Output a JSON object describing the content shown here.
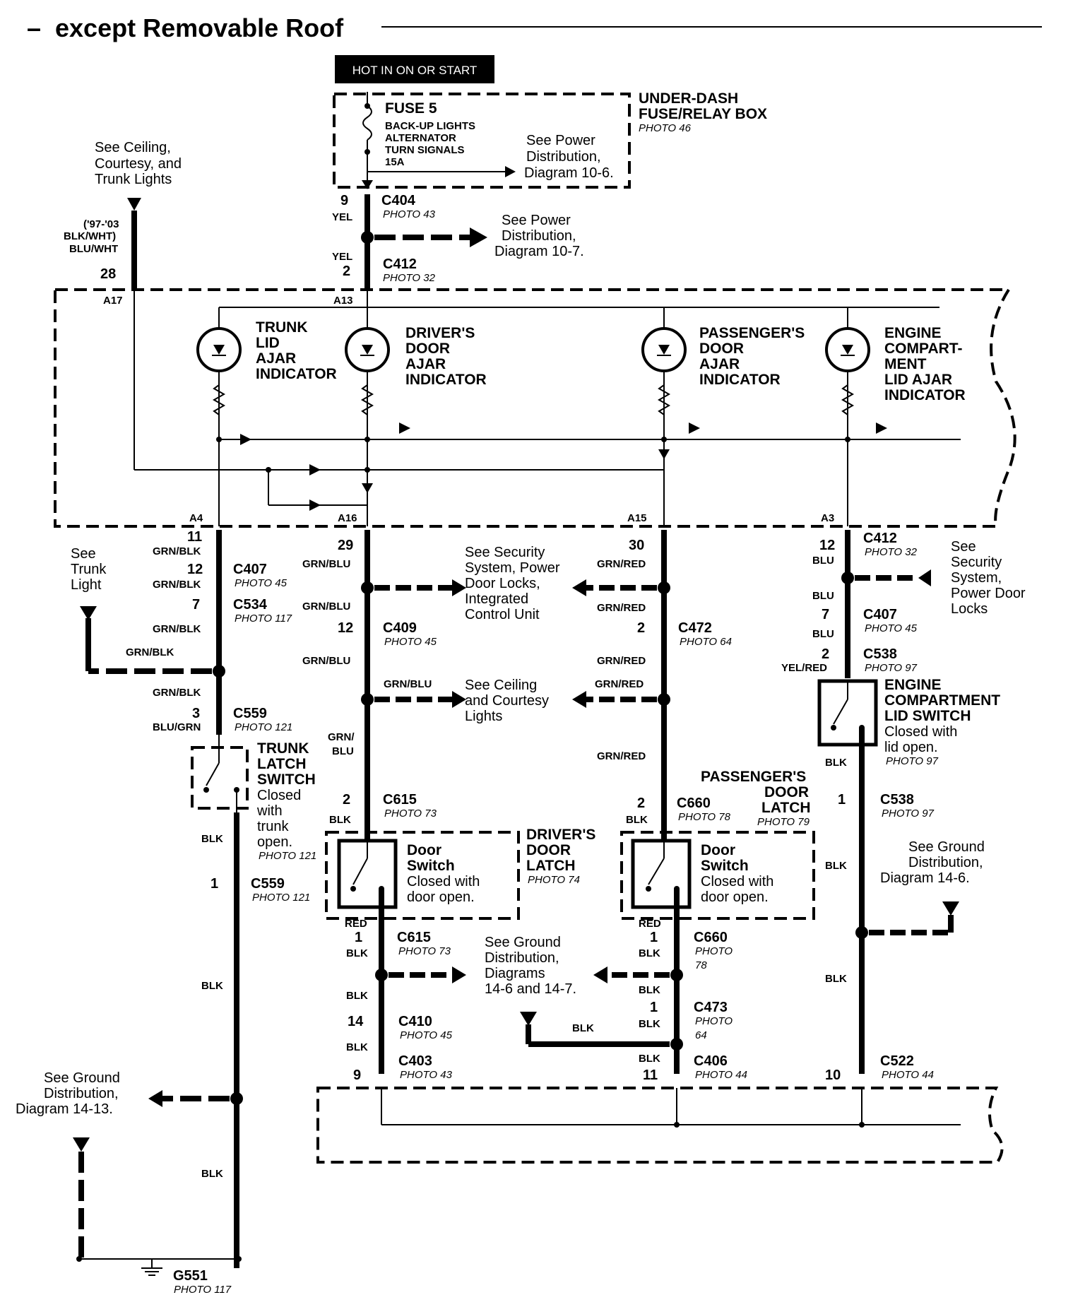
{
  "title": "except Removable Roof",
  "hot_label": "HOT IN ON OR START",
  "fusebox": {
    "name_line1": "UNDER-DASH",
    "name_line2": "FUSE/RELAY BOX",
    "photo": "PHOTO 46",
    "fuse": "FUSE 5",
    "circuits": [
      "BACK-UP LIGHTS",
      "ALTERNATOR",
      "TURN SIGNALS",
      "15A"
    ],
    "ref": [
      "See Power",
      "Distribution,",
      "Diagram 10-6."
    ]
  },
  "refs": {
    "ceiling_top": [
      "See Ceiling,",
      "Courtesy, and",
      "Trunk Lights"
    ],
    "power_10_7": [
      "See Power",
      "Distribution,",
      "Diagram 10-7."
    ],
    "trunk_light": [
      "See",
      "Trunk",
      "Light"
    ],
    "security_center": [
      "See Security",
      "System, Power",
      "Door Locks,",
      "Integrated",
      "Control Unit"
    ],
    "ceiling_center": [
      "See Ceiling",
      "and Courtesy",
      "Lights"
    ],
    "security_right": [
      "See",
      "Security",
      "System,",
      "Power Door",
      "Locks"
    ],
    "ground_14_6": [
      "See Ground",
      "Distribution,",
      "Diagram 14-6."
    ],
    "ground_center": [
      "See Ground",
      "Distribution,",
      "Diagrams",
      "14-6 and 14-7."
    ],
    "ground_14_13": [
      "See Ground",
      "Distribution,",
      "Diagram 14-13."
    ]
  },
  "indicators": {
    "trunk": [
      "TRUNK",
      "LID",
      "AJAR",
      "INDICATOR"
    ],
    "driver": [
      "DRIVER'S",
      "DOOR",
      "AJAR",
      "INDICATOR"
    ],
    "passenger": [
      "PASSENGER'S",
      "DOOR",
      "AJAR",
      "INDICATOR"
    ],
    "engine": [
      "ENGINE",
      "COMPART-",
      "MENT",
      "LID AJAR",
      "INDICATOR"
    ]
  },
  "switches": {
    "trunk_latch": [
      "TRUNK",
      "LATCH",
      "SWITCH"
    ],
    "trunk_latch_desc": [
      "Closed",
      "with",
      "trunk",
      "open."
    ],
    "trunk_latch_photo": "PHOTO 121",
    "driver_latch": [
      "DRIVER'S",
      "DOOR",
      "LATCH"
    ],
    "driver_latch_photo": "PHOTO 74",
    "passenger_latch": [
      "PASSENGER'S",
      "DOOR",
      "LATCH"
    ],
    "passenger_latch_photo": "PHOTO 79",
    "door_switch": [
      "Door",
      "Switch"
    ],
    "door_switch_desc": [
      "Closed with",
      "door open."
    ],
    "engine_lid": [
      "ENGINE",
      "COMPARTMENT",
      "LID SWITCH"
    ],
    "engine_lid_desc": [
      "Closed with",
      "lid open."
    ],
    "engine_lid_photo": "PHOTO 97"
  },
  "ground": {
    "name": "G551",
    "photo": "PHOTO 117"
  },
  "pins": {
    "a17": "A17",
    "a13": "A13",
    "a4": "A4",
    "a16": "A16",
    "a15": "A15",
    "a3": "A3",
    "p28": "28",
    "p9": "9",
    "p2": "2",
    "years": [
      "('97-'03",
      "BLK/WHT)",
      "BLU/WHT"
    ]
  },
  "connectors": [
    {
      "id": "C404",
      "photo": "PHOTO 43"
    },
    {
      "id": "C412",
      "photo": "PHOTO 32"
    },
    {
      "id": "C412",
      "photo": "PHOTO 32"
    },
    {
      "id": "C407",
      "photo": "PHOTO 45"
    },
    {
      "id": "C534",
      "photo": "PHOTO 117"
    },
    {
      "id": "C409",
      "photo": "PHOTO 45"
    },
    {
      "id": "C472",
      "photo": "PHOTO 64"
    },
    {
      "id": "C407",
      "photo": "PHOTO 45"
    },
    {
      "id": "C538",
      "photo": "PHOTO 97"
    },
    {
      "id": "C559",
      "photo": "PHOTO 121"
    },
    {
      "id": "C615",
      "photo": "PHOTO 73"
    },
    {
      "id": "C660",
      "photo": "PHOTO 78"
    },
    {
      "id": "C538",
      "photo": "PHOTO 97"
    },
    {
      "id": "C559",
      "photo": "PHOTO 121"
    },
    {
      "id": "C615",
      "photo": "PHOTO 73"
    },
    {
      "id": "C660",
      "photo": "PHOTO"
    },
    {
      "id": "C473",
      "photo": "PHOTO"
    },
    {
      "id": "C410",
      "photo": "PHOTO 45"
    },
    {
      "id": "C403",
      "photo": "PHOTO 43"
    },
    {
      "id": "C406",
      "photo": "PHOTO 44"
    },
    {
      "id": "C522",
      "photo": "PHOTO 44"
    }
  ],
  "photo_extra": {
    "c660": "78",
    "c473": "64"
  },
  "wires": {
    "yel": "YEL",
    "grn_blk": "GRN/BLK",
    "grn_blu": "GRN/BLU",
    "grn_red": "GRN/RED",
    "blu": "BLU",
    "yel_red": "YEL/RED",
    "blu_grn": "BLU/GRN",
    "blk": "BLK",
    "red": "RED",
    "grn_slash": "GRN/",
    "blu2": "BLU"
  },
  "pin_numbers": {
    "n11": "11",
    "n12": "12",
    "n7": "7",
    "n3": "3",
    "n1": "1",
    "n29": "29",
    "n2": "2",
    "n30": "30",
    "n14": "14",
    "n9": "9",
    "n10": "10"
  }
}
